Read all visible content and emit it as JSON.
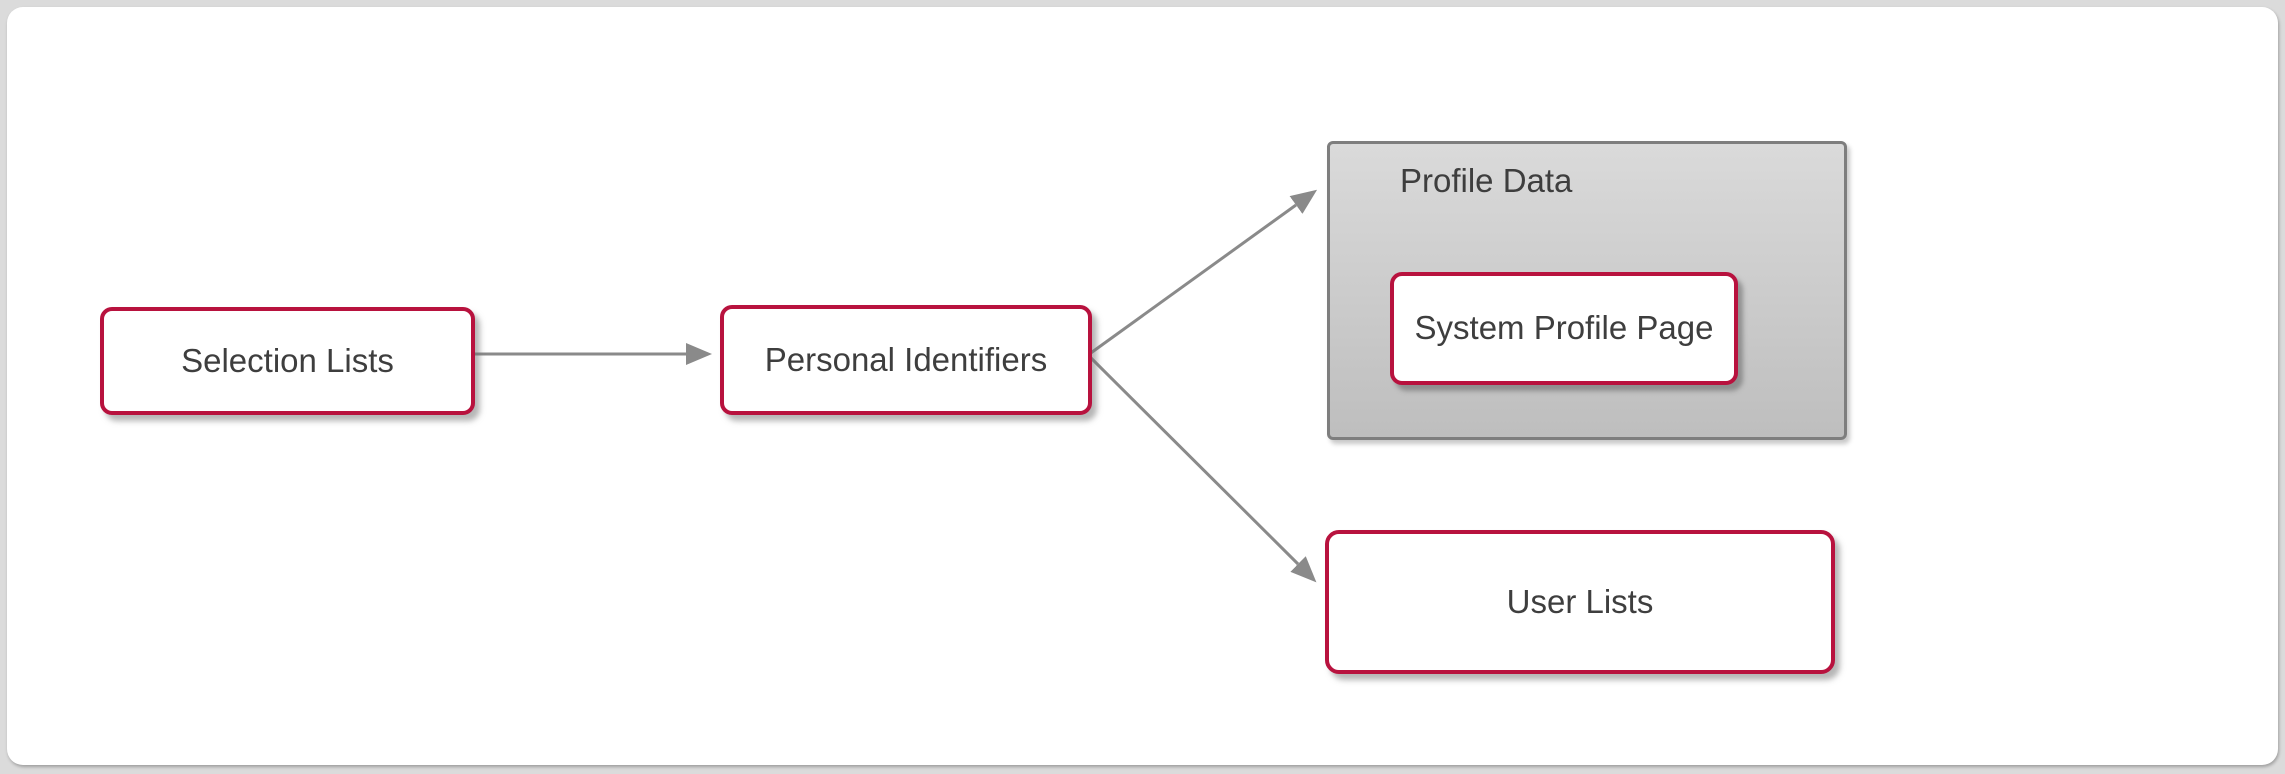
{
  "diagram": {
    "type": "flowchart",
    "direction": "left-to-right",
    "nodes": {
      "selection_lists": {
        "label": "Selection Lists"
      },
      "personal_identifiers": {
        "label": "Personal Identifiers"
      },
      "profile_data_container": {
        "label": "Profile Data"
      },
      "system_profile_page": {
        "label": "System Profile Page"
      },
      "user_lists": {
        "label": "User Lists"
      }
    },
    "edges": [
      {
        "from": "Selection Lists",
        "to": "Personal Identifiers"
      },
      {
        "from": "Personal Identifiers",
        "to": "Profile Data"
      },
      {
        "from": "Personal Identifiers",
        "to": "User Lists"
      }
    ],
    "colors": {
      "node_border": "#B8123E",
      "node_fill": "#FFFFFF",
      "node_text": "#3E3E3E",
      "edge": "#8A8A8A",
      "container_border": "#7E7E7E",
      "container_fill_top": "#DADADA",
      "container_fill_bottom": "#BEBEBE",
      "page_background": "#DBDBDB",
      "canvas_background": "#FFFFFF"
    }
  }
}
